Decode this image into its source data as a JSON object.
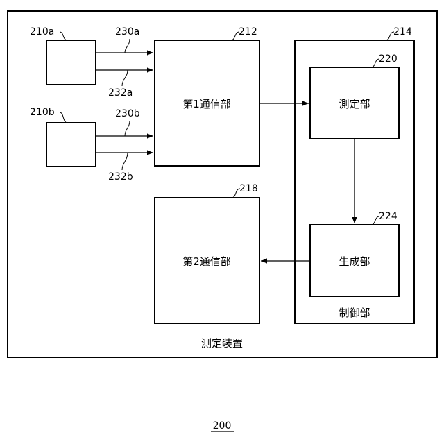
{
  "figure": {
    "number": "200",
    "outer_label": "測定装置",
    "blocks": {
      "first_comm": {
        "ref": "212",
        "label": "第1通信部"
      },
      "second_comm": {
        "ref": "218",
        "label": "第2通信部"
      },
      "control": {
        "ref": "214",
        "label": "制御部"
      },
      "measure": {
        "ref": "220",
        "label": "測定部"
      },
      "generate": {
        "ref": "224",
        "label": "生成部"
      },
      "sensor_a": {
        "ref": "210a"
      },
      "sensor_b": {
        "ref": "210b"
      }
    },
    "signals": {
      "s230a": "230a",
      "s232a": "232a",
      "s230b": "230b",
      "s232b": "232b"
    }
  }
}
